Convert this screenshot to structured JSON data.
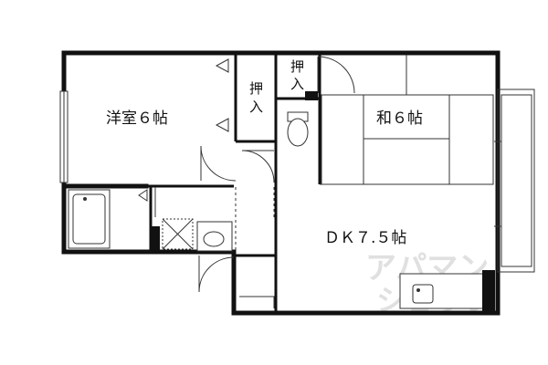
{
  "rooms": {
    "western_room": "洋室６帖",
    "japanese_room": "和６帖",
    "dining_kitchen": "ＤＫ７.５帖"
  },
  "closets": {
    "closet_1": "押入",
    "closet_2": "押入"
  },
  "watermark": {
    "line1": "アパマン",
    "line2": "ショップ"
  },
  "colors": {
    "wall": "#111111",
    "line": "#333333",
    "watermark": "#d9d9d9",
    "background": "#ffffff"
  }
}
